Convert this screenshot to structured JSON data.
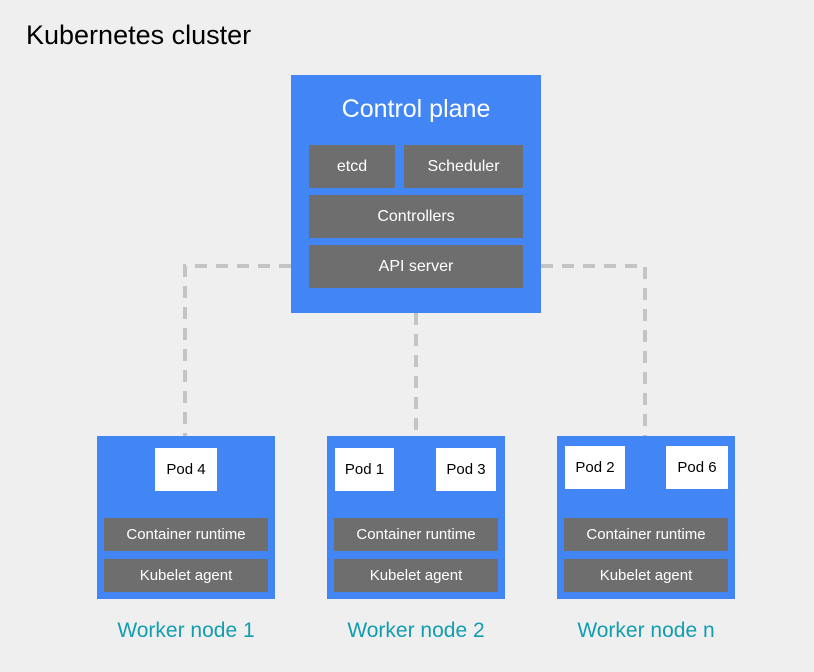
{
  "title": "Kubernetes cluster",
  "control_plane": {
    "title": "Control plane",
    "components": {
      "etcd": "etcd",
      "scheduler": "Scheduler",
      "controllers": "Controllers",
      "api_server": "API server"
    }
  },
  "worker_nodes": [
    {
      "label": "Worker node 1",
      "pods": [
        "Pod 4"
      ],
      "runtime": "Container runtime",
      "kubelet": "Kubelet agent"
    },
    {
      "label": "Worker node 2",
      "pods": [
        "Pod 1",
        "Pod 3"
      ],
      "runtime": "Container runtime",
      "kubelet": "Kubelet agent"
    },
    {
      "label": "Worker node n",
      "pods": [
        "Pod 2",
        "Pod 6"
      ],
      "runtime": "Container runtime",
      "kubelet": "Kubelet agent"
    }
  ],
  "colors": {
    "background": "#efefef",
    "blue": "#4285f4",
    "component_gray": "#6e6e6e",
    "connector": "#c4c4c4",
    "node_label": "#129eaf"
  }
}
